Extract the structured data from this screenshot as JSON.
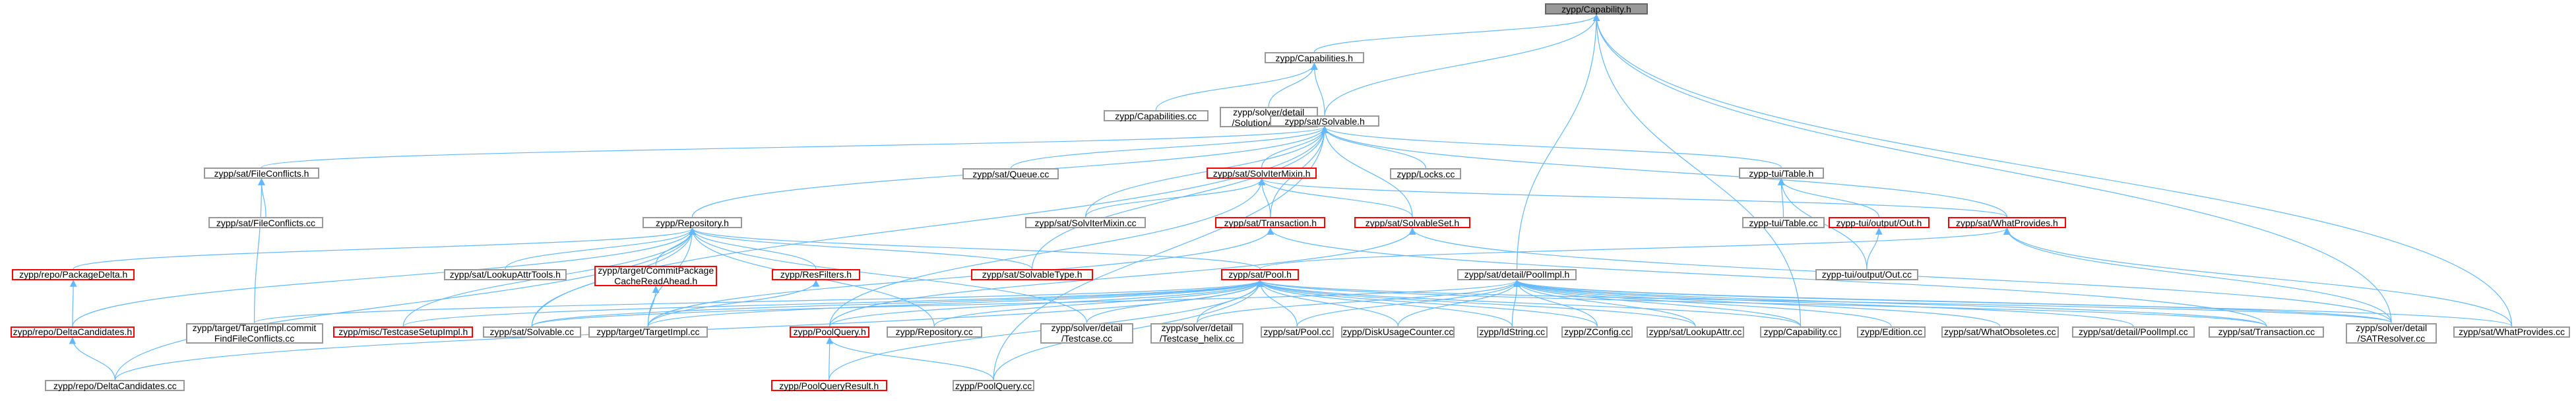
{
  "graph": {
    "colors": {
      "edge": "#63b8ff",
      "node_border": "#999999",
      "red_border": "#ff0000",
      "current_fill": "#999999"
    },
    "nodes": [
      {
        "id": "capability_h",
        "label": "zypp/Capability.h",
        "style": "current"
      },
      {
        "id": "capabilities_h",
        "label": "zypp/Capabilities.h",
        "style": "normal"
      },
      {
        "id": "capabilities_cc",
        "label": "zypp/Capabilities.cc",
        "style": "normal"
      },
      {
        "id": "solutionaction_cc",
        "label": "zypp/solver/detail\n/SolutionAction.cc",
        "style": "normal"
      },
      {
        "id": "solvable_h",
        "label": "zypp/sat/Solvable.h",
        "style": "normal"
      },
      {
        "id": "fileconflicts_h",
        "label": "zypp/sat/FileConflicts.h",
        "style": "normal"
      },
      {
        "id": "fileconflicts_cc",
        "label": "zypp/sat/FileConflicts.cc",
        "style": "normal"
      },
      {
        "id": "queue_cc",
        "label": "zypp/sat/Queue.cc",
        "style": "normal"
      },
      {
        "id": "solviter_h",
        "label": "zypp/sat/SolvIterMixin.h",
        "style": "red"
      },
      {
        "id": "locks_cc",
        "label": "zypp/Locks.cc",
        "style": "normal"
      },
      {
        "id": "table_h",
        "label": "zypp-tui/Table.h",
        "style": "normal"
      },
      {
        "id": "repository_h",
        "label": "zypp/Repository.h",
        "style": "normal"
      },
      {
        "id": "solviter_cc",
        "label": "zypp/sat/SolvIterMixin.cc",
        "style": "normal"
      },
      {
        "id": "transaction_h",
        "label": "zypp/sat/Transaction.h",
        "style": "red"
      },
      {
        "id": "solvableset_h",
        "label": "zypp/sat/SolvableSet.h",
        "style": "red"
      },
      {
        "id": "table_cc",
        "label": "zypp-tui/Table.cc",
        "style": "normal"
      },
      {
        "id": "out_h",
        "label": "zypp-tui/output/Out.h",
        "style": "red"
      },
      {
        "id": "whatprovides_h",
        "label": "zypp/sat/WhatProvides.h",
        "style": "red"
      },
      {
        "id": "packagedelta_h",
        "label": "zypp/repo/PackageDelta.h",
        "style": "red"
      },
      {
        "id": "lookupattrtools_h",
        "label": "zypp/sat/LookupAttrTools.h",
        "style": "normal"
      },
      {
        "id": "commitpackagecache_h",
        "label": "zypp/target/CommitPackage\nCacheReadAhead.h",
        "style": "red"
      },
      {
        "id": "resfilters_h",
        "label": "zypp/ResFilters.h",
        "style": "red"
      },
      {
        "id": "solvabletype_h",
        "label": "zypp/sat/SolvableType.h",
        "style": "red"
      },
      {
        "id": "pool_h",
        "label": "zypp/sat/Pool.h",
        "style": "red"
      },
      {
        "id": "poolimpl_h",
        "label": "zypp/sat/detail/PoolImpl.h",
        "style": "normal"
      },
      {
        "id": "out_cc",
        "label": "zypp-tui/output/Out.cc",
        "style": "normal"
      },
      {
        "id": "deltacandidates_h",
        "label": "zypp/repo/DeltaCandidates.h",
        "style": "red"
      },
      {
        "id": "findfileconflicts_cc",
        "label": "zypp/target/TargetImpl.commit\nFindFileConflicts.cc",
        "style": "normal"
      },
      {
        "id": "testcasesetupimpl_h",
        "label": "zypp/misc/TestcaseSetupImpl.h",
        "style": "red"
      },
      {
        "id": "solvable_cc",
        "label": "zypp/sat/Solvable.cc",
        "style": "normal"
      },
      {
        "id": "targetimpl_cc",
        "label": "zypp/target/TargetImpl.cc",
        "style": "normal"
      },
      {
        "id": "poolquery_h",
        "label": "zypp/PoolQuery.h",
        "style": "red"
      },
      {
        "id": "repository_cc",
        "label": "zypp/Repository.cc",
        "style": "normal"
      },
      {
        "id": "testcase_cc",
        "label": "zypp/solver/detail\n/Testcase.cc",
        "style": "normal"
      },
      {
        "id": "testcase_helix_cc",
        "label": "zypp/solver/detail\n/Testcase_helix.cc",
        "style": "normal"
      },
      {
        "id": "pool_cc",
        "label": "zypp/sat/Pool.cc",
        "style": "normal"
      },
      {
        "id": "diskusage_cc",
        "label": "zypp/DiskUsageCounter.cc",
        "style": "normal"
      },
      {
        "id": "idstring_cc",
        "label": "zypp/IdString.cc",
        "style": "normal"
      },
      {
        "id": "zconfig_cc",
        "label": "zypp/ZConfig.cc",
        "style": "normal"
      },
      {
        "id": "lookupattr_cc",
        "label": "zypp/sat/LookupAttr.cc",
        "style": "normal"
      },
      {
        "id": "capability_cc",
        "label": "zypp/Capability.cc",
        "style": "normal"
      },
      {
        "id": "edition_cc",
        "label": "zypp/Edition.cc",
        "style": "normal"
      },
      {
        "id": "whatobsoletes_cc",
        "label": "zypp/sat/WhatObsoletes.cc",
        "style": "normal"
      },
      {
        "id": "poolimpl_cc",
        "label": "zypp/sat/detail/PoolImpl.cc",
        "style": "normal"
      },
      {
        "id": "transaction_cc",
        "label": "zypp/sat/Transaction.cc",
        "style": "normal"
      },
      {
        "id": "satresolver_cc",
        "label": "zypp/solver/detail\n/SATResolver.cc",
        "style": "normal"
      },
      {
        "id": "whatprovides_cc",
        "label": "zypp/sat/WhatProvides.cc",
        "style": "normal"
      },
      {
        "id": "deltacandidates_cc",
        "label": "zypp/repo/DeltaCandidates.cc",
        "style": "normal"
      },
      {
        "id": "poolqueryresult_h",
        "label": "zypp/PoolQueryResult.h",
        "style": "red"
      },
      {
        "id": "poolquery_cc",
        "label": "zypp/PoolQuery.cc",
        "style": "normal"
      }
    ],
    "edges": [
      [
        "capabilities_h",
        "capability_h"
      ],
      [
        "solvable_h",
        "capability_h"
      ],
      [
        "poolimpl_h",
        "capability_h"
      ],
      [
        "whatprovides_cc",
        "capability_h"
      ],
      [
        "capability_cc",
        "capability_h"
      ],
      [
        "satresolver_cc",
        "capability_h"
      ],
      [
        "capabilities_cc",
        "capabilities_h"
      ],
      [
        "solutionaction_cc",
        "capabilities_h"
      ],
      [
        "solvable_h",
        "capabilities_h"
      ],
      [
        "fileconflicts_h",
        "solvable_h"
      ],
      [
        "queue_cc",
        "solvable_h"
      ],
      [
        "solviter_h",
        "solvable_h"
      ],
      [
        "locks_cc",
        "solvable_h"
      ],
      [
        "table_h",
        "solvable_h"
      ],
      [
        "repository_h",
        "solvable_h"
      ],
      [
        "solviter_cc",
        "solvable_h"
      ],
      [
        "solvableset_h",
        "solvable_h"
      ],
      [
        "whatprovides_h",
        "solvable_h"
      ],
      [
        "solvabletype_h",
        "solvable_h"
      ],
      [
        "solvable_cc",
        "solvable_h"
      ],
      [
        "poolquery_cc",
        "solvable_h"
      ],
      [
        "transaction_h",
        "solvable_h"
      ],
      [
        "fileconflicts_cc",
        "fileconflicts_h"
      ],
      [
        "findfileconflicts_cc",
        "fileconflicts_h"
      ],
      [
        "solviter_cc",
        "solviter_h"
      ],
      [
        "transaction_h",
        "solviter_h"
      ],
      [
        "solvableset_h",
        "solviter_h"
      ],
      [
        "whatprovides_h",
        "solviter_h"
      ],
      [
        "poolquery_h",
        "solviter_h"
      ],
      [
        "table_cc",
        "table_h"
      ],
      [
        "out_h",
        "table_h"
      ],
      [
        "out_cc",
        "table_h"
      ],
      [
        "out_cc",
        "out_h"
      ],
      [
        "packagedelta_h",
        "repository_h"
      ],
      [
        "lookupattrtools_h",
        "repository_h"
      ],
      [
        "commitpackagecache_h",
        "repository_h"
      ],
      [
        "resfilters_h",
        "repository_h"
      ],
      [
        "solvabletype_h",
        "repository_h"
      ],
      [
        "pool_h",
        "repository_h"
      ],
      [
        "deltacandidates_h",
        "repository_h"
      ],
      [
        "testcasesetupimpl_h",
        "repository_h"
      ],
      [
        "solvable_cc",
        "repository_h"
      ],
      [
        "targetimpl_cc",
        "repository_h"
      ],
      [
        "repository_cc",
        "repository_h"
      ],
      [
        "testcase_cc",
        "repository_h"
      ],
      [
        "deltacandidates_cc",
        "repository_h"
      ],
      [
        "transaction_cc",
        "transaction_h"
      ],
      [
        "targetimpl_cc",
        "transaction_h"
      ],
      [
        "satresolver_cc",
        "solvableset_h"
      ],
      [
        "poolquery_h",
        "solvableset_h"
      ],
      [
        "pool_h",
        "whatprovides_h"
      ],
      [
        "whatprovides_cc",
        "whatprovides_h"
      ],
      [
        "satresolver_cc",
        "whatprovides_h"
      ],
      [
        "deltacandidates_h",
        "packagedelta_h"
      ],
      [
        "targetimpl_cc",
        "commitpackagecache_h"
      ],
      [
        "targetimpl_cc",
        "resfilters_h"
      ],
      [
        "findfileconflicts_cc",
        "pool_h"
      ],
      [
        "testcasesetupimpl_h",
        "pool_h"
      ],
      [
        "solvable_cc",
        "pool_h"
      ],
      [
        "targetimpl_cc",
        "pool_h"
      ],
      [
        "poolquery_h",
        "pool_h"
      ],
      [
        "repository_cc",
        "pool_h"
      ],
      [
        "testcase_cc",
        "pool_h"
      ],
      [
        "testcase_helix_cc",
        "pool_h"
      ],
      [
        "pool_cc",
        "pool_h"
      ],
      [
        "diskusage_cc",
        "pool_h"
      ],
      [
        "idstring_cc",
        "pool_h"
      ],
      [
        "zconfig_cc",
        "pool_h"
      ],
      [
        "lookupattr_cc",
        "pool_h"
      ],
      [
        "capability_cc",
        "pool_h"
      ],
      [
        "poolquery_cc",
        "pool_h"
      ],
      [
        "deltacandidates_cc",
        "pool_h"
      ],
      [
        "poolqueryresult_h",
        "pool_h"
      ],
      [
        "satresolver_cc",
        "pool_h"
      ],
      [
        "transaction_cc",
        "pool_h"
      ],
      [
        "solvable_cc",
        "poolimpl_h"
      ],
      [
        "pool_cc",
        "poolimpl_h"
      ],
      [
        "diskusage_cc",
        "poolimpl_h"
      ],
      [
        "idstring_cc",
        "poolimpl_h"
      ],
      [
        "zconfig_cc",
        "poolimpl_h"
      ],
      [
        "lookupattr_cc",
        "poolimpl_h"
      ],
      [
        "capability_cc",
        "poolimpl_h"
      ],
      [
        "edition_cc",
        "poolimpl_h"
      ],
      [
        "whatobsoletes_cc",
        "poolimpl_h"
      ],
      [
        "poolimpl_cc",
        "poolimpl_h"
      ],
      [
        "transaction_cc",
        "poolimpl_h"
      ],
      [
        "satresolver_cc",
        "poolimpl_h"
      ],
      [
        "whatprovides_cc",
        "poolimpl_h"
      ],
      [
        "testcase_helix_cc",
        "poolimpl_h"
      ],
      [
        "deltacandidates_cc",
        "deltacandidates_h"
      ],
      [
        "poolqueryresult_h",
        "poolquery_h"
      ],
      [
        "poolquery_cc",
        "poolquery_h"
      ]
    ]
  }
}
